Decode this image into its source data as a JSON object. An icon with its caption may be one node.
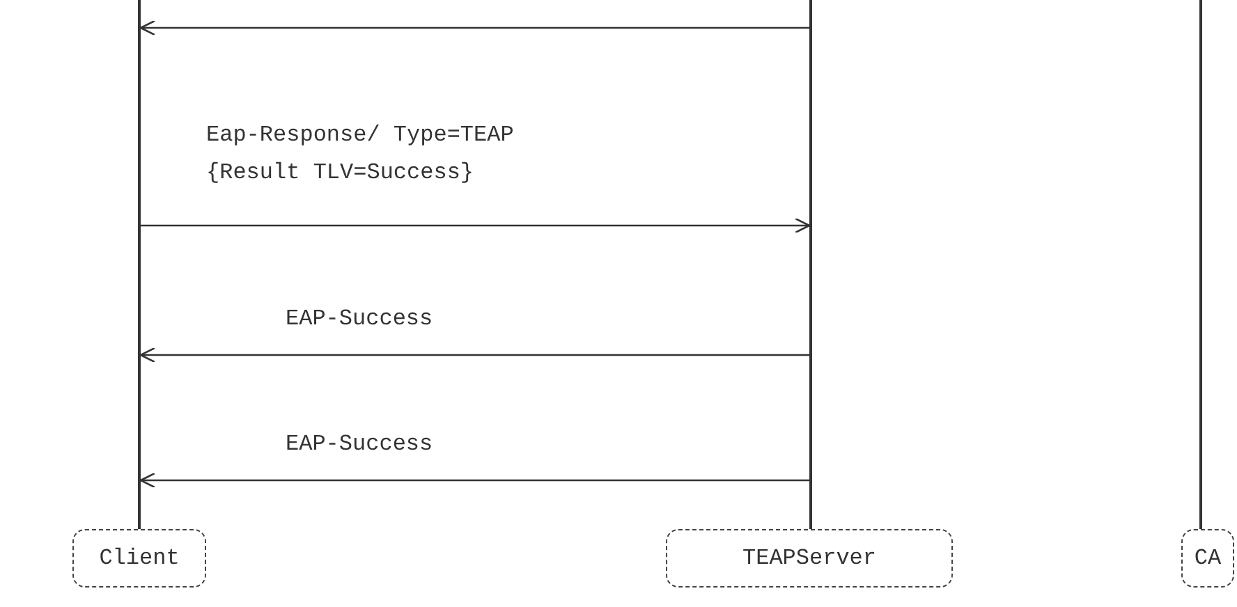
{
  "diagram": {
    "nodes": [
      {
        "text": [
          "Client"
        ]
      },
      {
        "text": [
          "TEAPServer"
        ]
      },
      {
        "text": [
          "CA"
        ]
      },
      {
        "text": [],
        "shape": "bar"
      },
      {
        "text": [],
        "shape": "bar"
      },
      {
        "text": [],
        "shape": "bar"
      }
    ],
    "edges": [
      {
        "from": 4,
        "to": 3,
        "arrow": "to"
      },
      {
        "from": 3,
        "to": 4,
        "arrow": "to",
        "label": "Eap-Response/ Type=TEAP {Result TLV=Success}"
      },
      {
        "from": 4,
        "to": 3,
        "arrow": "to",
        "label": "EAP-Success"
      },
      {
        "from": 4,
        "to": 3,
        "arrow": "to",
        "label": "EAP-Success"
      }
    ]
  }
}
